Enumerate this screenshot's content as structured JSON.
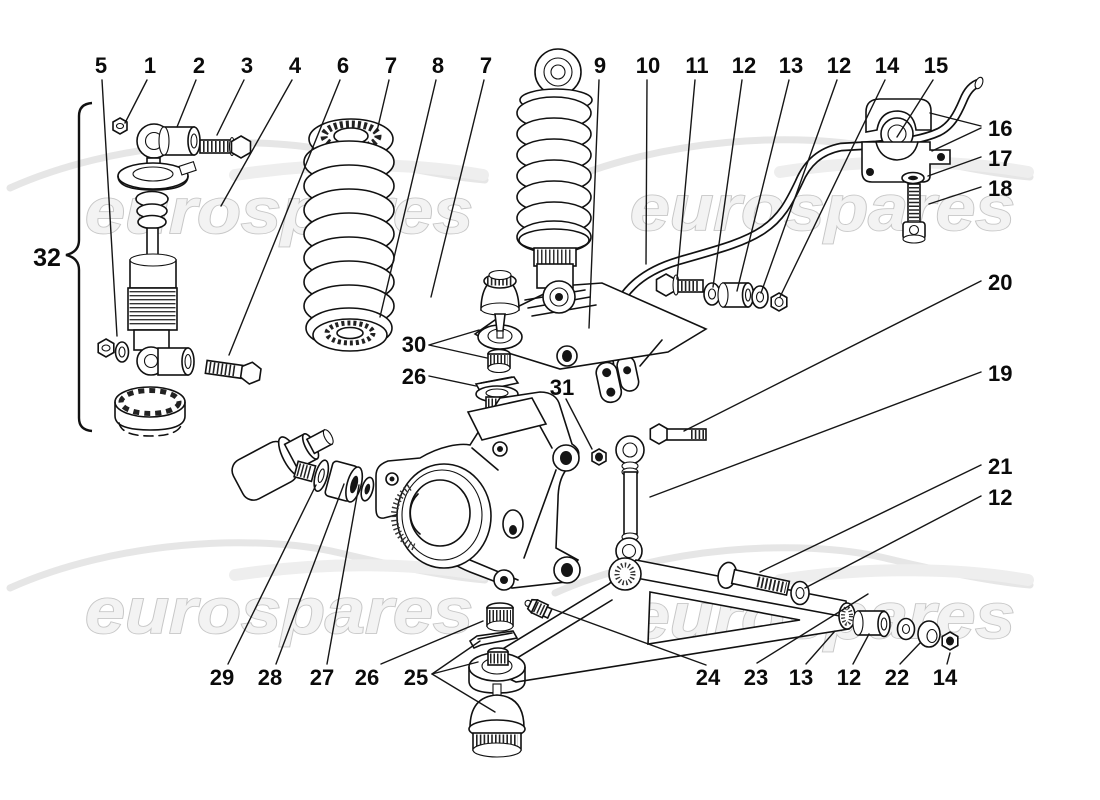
{
  "watermark": {
    "text": "eurospares"
  },
  "colors": {
    "background": "#ffffff",
    "line": "#111111",
    "watermark": "#d9d9d9"
  },
  "callouts": [
    {
      "id": "c5",
      "label": "5"
    },
    {
      "id": "c1",
      "label": "1"
    },
    {
      "id": "c2",
      "label": "2"
    },
    {
      "id": "c3",
      "label": "3"
    },
    {
      "id": "c4",
      "label": "4"
    },
    {
      "id": "c6",
      "label": "6"
    },
    {
      "id": "c7a",
      "label": "7"
    },
    {
      "id": "c8",
      "label": "8"
    },
    {
      "id": "c7b",
      "label": "7"
    },
    {
      "id": "c9",
      "label": "9"
    },
    {
      "id": "c10",
      "label": "10"
    },
    {
      "id": "c11",
      "label": "11"
    },
    {
      "id": "c12a",
      "label": "12"
    },
    {
      "id": "c13a",
      "label": "13"
    },
    {
      "id": "c12b",
      "label": "12"
    },
    {
      "id": "c14a",
      "label": "14"
    },
    {
      "id": "c15",
      "label": "15"
    },
    {
      "id": "c16",
      "label": "16"
    },
    {
      "id": "c17",
      "label": "17"
    },
    {
      "id": "c18",
      "label": "18"
    },
    {
      "id": "c20",
      "label": "20"
    },
    {
      "id": "c19",
      "label": "19"
    },
    {
      "id": "c21",
      "label": "21"
    },
    {
      "id": "c12c",
      "label": "12"
    },
    {
      "id": "c32",
      "label": "32"
    },
    {
      "id": "c30",
      "label": "30"
    },
    {
      "id": "c26a",
      "label": "26"
    },
    {
      "id": "c31",
      "label": "31"
    },
    {
      "id": "c29",
      "label": "29"
    },
    {
      "id": "c28",
      "label": "28"
    },
    {
      "id": "c27",
      "label": "27"
    },
    {
      "id": "c26b",
      "label": "26"
    },
    {
      "id": "c25",
      "label": "25"
    },
    {
      "id": "c24",
      "label": "24"
    },
    {
      "id": "c23",
      "label": "23"
    },
    {
      "id": "c13b",
      "label": "13"
    },
    {
      "id": "c12d",
      "label": "12"
    },
    {
      "id": "c22",
      "label": "22"
    },
    {
      "id": "c14b",
      "label": "14"
    }
  ]
}
